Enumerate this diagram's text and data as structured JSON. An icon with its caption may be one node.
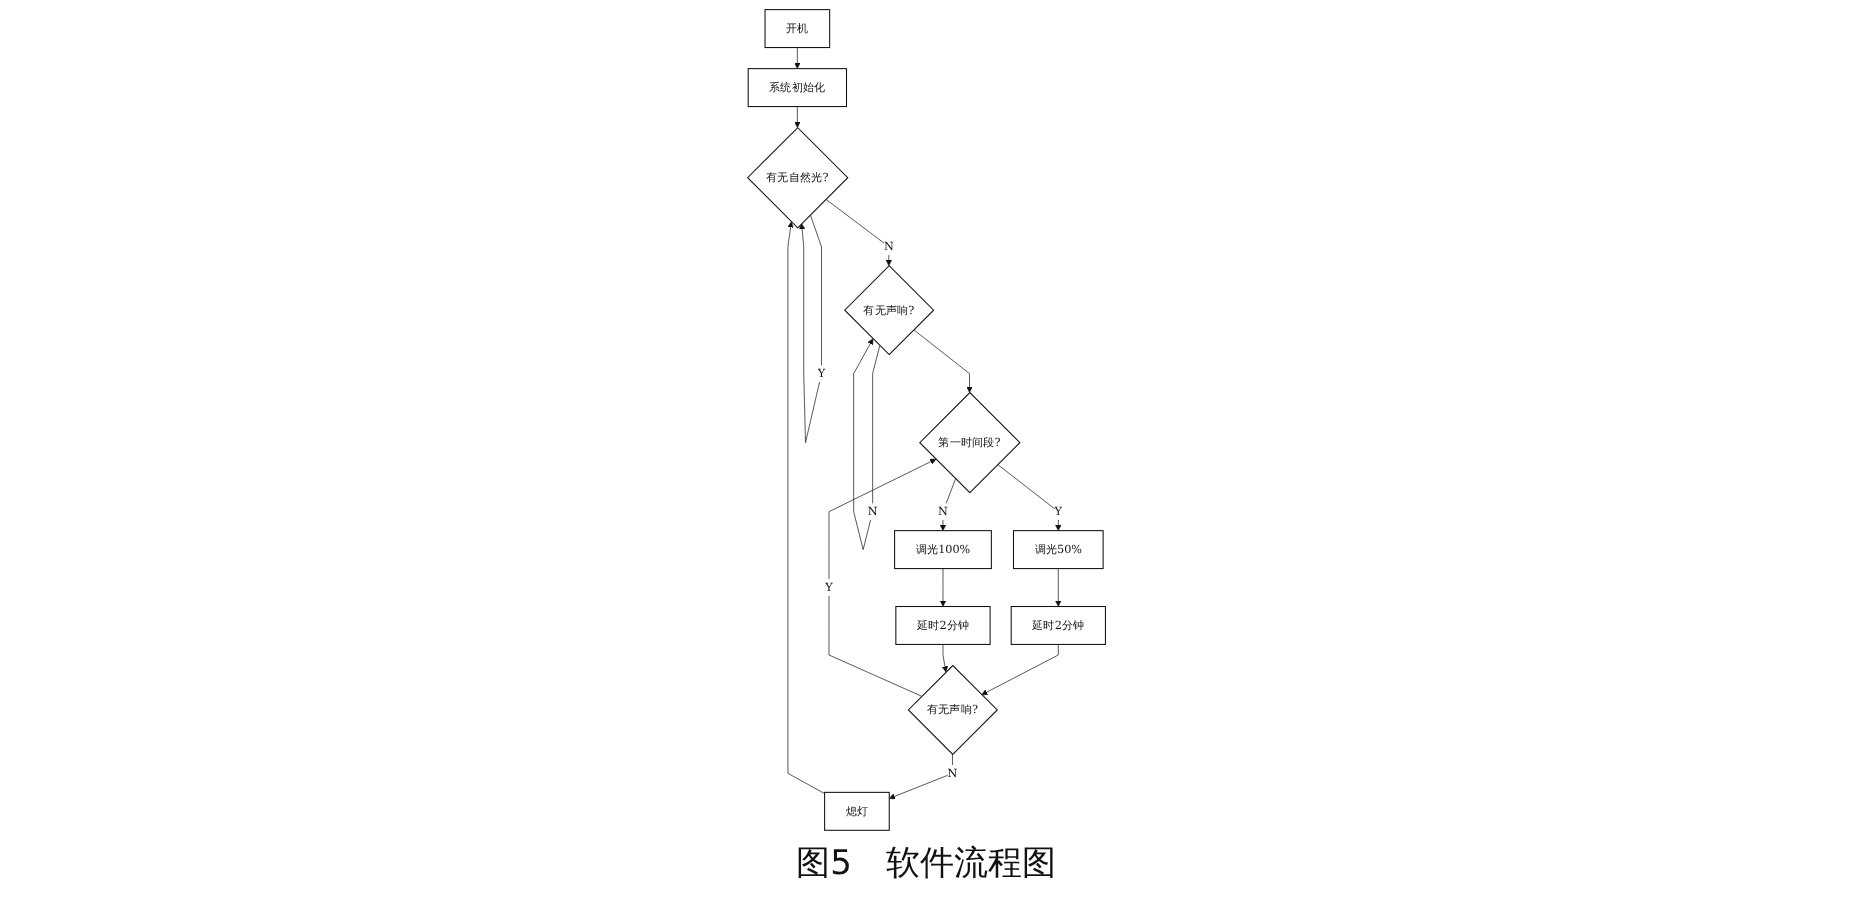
{
  "diagram": {
    "caption": "图5　软件流程图",
    "nodes": [
      {
        "text": [
          "开机"
        ]
      },
      {
        "text": [
          "系统初始化"
        ]
      },
      {
        "text": [
          "有无自然光?"
        ]
      },
      {
        "text": [
          "熄灯"
        ]
      },
      {
        "text": [
          "有无声响?"
        ]
      },
      {
        "text": [
          "有无声响?"
        ]
      },
      {
        "text": [
          "第一时间段?"
        ]
      },
      {
        "text": [
          "调光50%"
        ]
      },
      {
        "text": [
          "延时2分钟"
        ]
      },
      {
        "text": [
          "调光100%"
        ]
      },
      {
        "text": [
          "延时2分钟"
        ]
      }
    ],
    "edges": [
      {
        "from": 0,
        "to": 1,
        "arrow": "to"
      },
      {
        "from": 1,
        "to": 2,
        "arrow": "to"
      },
      {
        "from": 2,
        "to": 2,
        "arrow": "to",
        "label": "Y"
      },
      {
        "from": 2,
        "to": 5,
        "arrow": "to",
        "label": "N"
      },
      {
        "from": 5,
        "to": 5,
        "arrow": "to",
        "label": "N"
      },
      {
        "from": 5,
        "to": 6,
        "arrow": "to"
      },
      {
        "from": 6,
        "to": 7,
        "arrow": "to",
        "label": "Y"
      },
      {
        "from": 7,
        "to": 8,
        "arrow": "to"
      },
      {
        "from": 6,
        "to": 9,
        "arrow": "to",
        "label": "N"
      },
      {
        "from": 9,
        "to": 10,
        "arrow": "to"
      },
      {
        "from": 8,
        "to": 4,
        "arrow": "to"
      },
      {
        "from": 10,
        "to": 4,
        "arrow": "to"
      },
      {
        "from": 4,
        "to": 3,
        "arrow": "to",
        "label": "N"
      },
      {
        "from": 4,
        "to": 6,
        "arrow": "to",
        "label": "Y"
      },
      {
        "from": 3,
        "to": 2,
        "arrow": "to"
      }
    ]
  }
}
